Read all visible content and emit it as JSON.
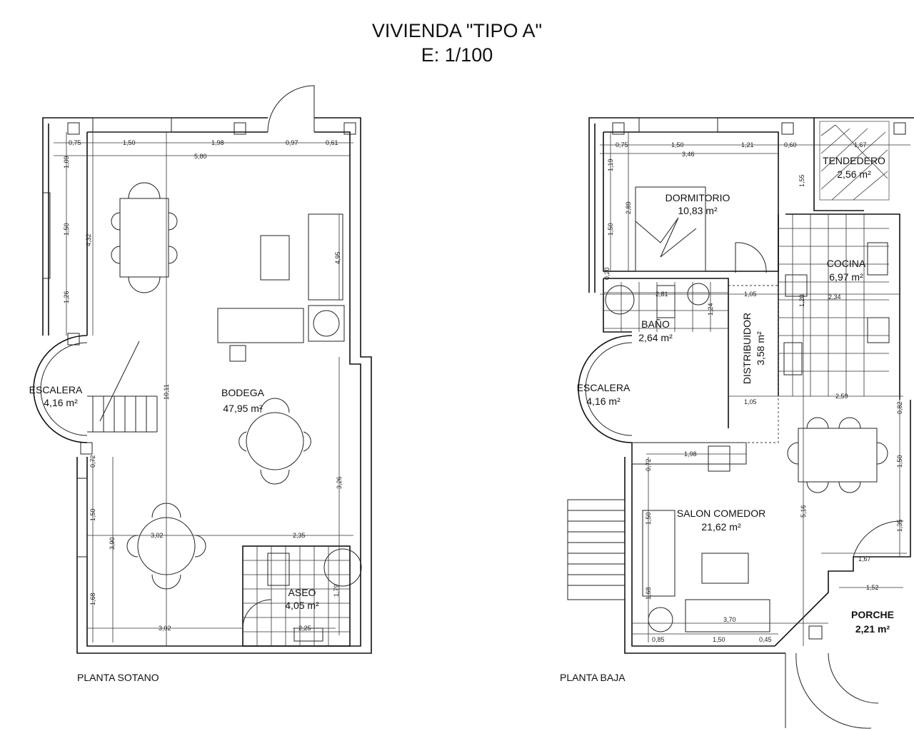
{
  "title": {
    "line1": "VIVIENDA \"TIPO A\"",
    "line2": "E: 1/100"
  },
  "plans": {
    "sotano": {
      "label": "PLANTA SOTANO",
      "rooms": [
        {
          "name": "BODEGA",
          "area": "47,95 m²"
        },
        {
          "name": "ESCALERA",
          "area": "4,16 m²"
        },
        {
          "name": "ASEO",
          "area": "4,05 m²"
        }
      ],
      "dims": [
        "0,75",
        "1,50",
        "1,98",
        "0,97",
        "0,61",
        "5,80",
        "1,09",
        "1,50",
        "1,26",
        "4,32",
        "4,95",
        "10,11",
        "3,26",
        "0,72",
        "1,50",
        "3,90",
        "1,68",
        "3,02",
        "2,35",
        "1,79",
        "3,02",
        "2,25"
      ]
    },
    "baja": {
      "label": "PLANTA BAJA",
      "rooms": [
        {
          "name": "DORMITORIO",
          "area": "10,83 m²"
        },
        {
          "name": "TENDEDERO",
          "area": "2,56 m²"
        },
        {
          "name": "COCINA",
          "area": "6,97 m²"
        },
        {
          "name": "BAÑO",
          "area": "2,64 m²"
        },
        {
          "name": "DISTRIBUIDOR",
          "area": "3,58 m²"
        },
        {
          "name": "ESCALERA",
          "area": "4,16 m²"
        },
        {
          "name": "SALON COMEDOR",
          "area": "21,62 m²"
        },
        {
          "name": "PORCHE",
          "area": "2,21 m²"
        }
      ],
      "dims": [
        "0,75",
        "1,50",
        "1,21",
        "0,60",
        "1,67",
        "3,46",
        "1,19",
        "1,55",
        "2,89",
        "1,50",
        "0,20",
        "2,81",
        "1,05",
        "2,34",
        "1,20",
        "1,24",
        "1,05",
        "2,59",
        "0,82",
        "1,98",
        "0,72",
        "1,50",
        "1,50",
        "5,16",
        "1,35",
        "1,67",
        "1,52",
        "1,68",
        "3,70",
        "0,85",
        "1,50",
        "0,45"
      ]
    }
  }
}
